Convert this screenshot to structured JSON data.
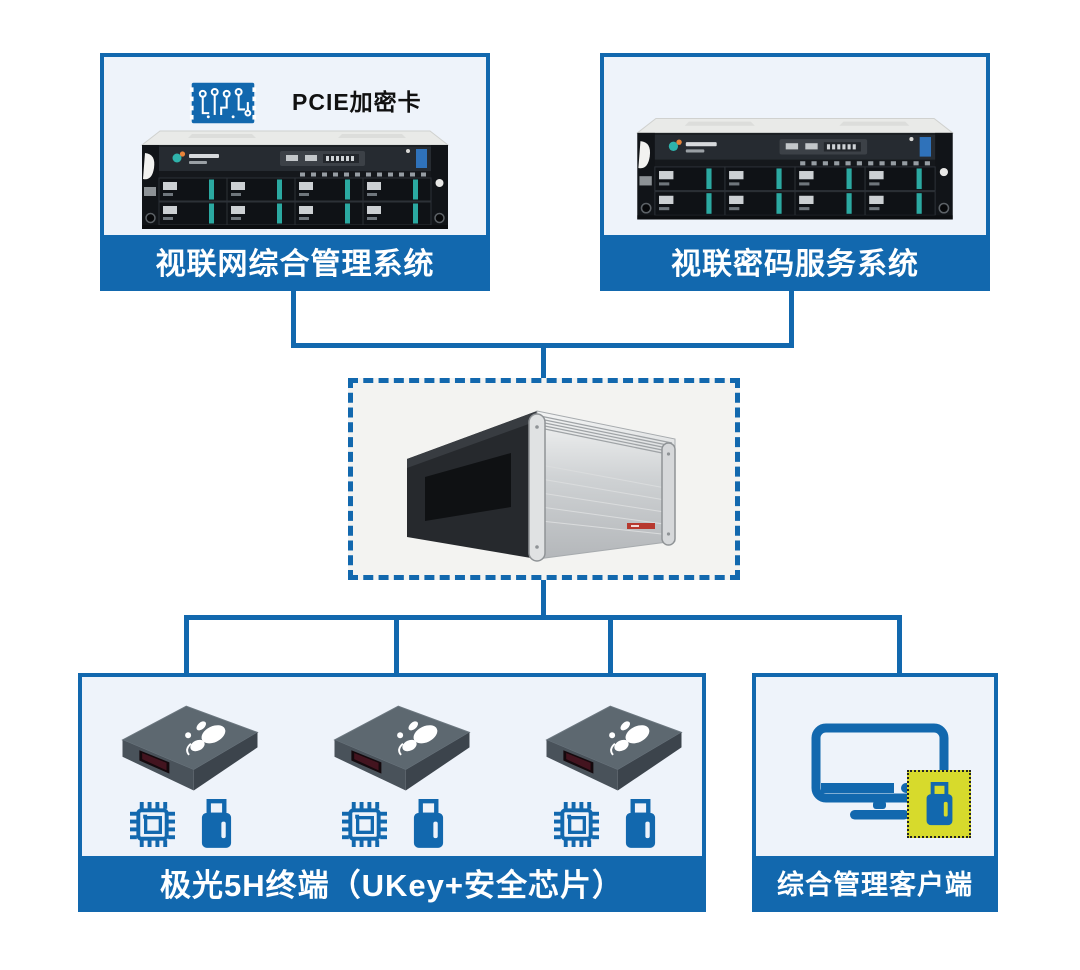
{
  "diagram": {
    "name": "video-network-security-architecture"
  },
  "colors": {
    "accent": "#1268ae",
    "panel": "#eef3fa",
    "yellow": "#d7da2c"
  },
  "nodes": {
    "mgmt": {
      "label": "视联网综合管理系统",
      "badge": "PCIE加密卡",
      "figure": "2u-rack-server"
    },
    "crypto": {
      "label": "视联密码服务系统",
      "figure": "2u-rack-server"
    },
    "core": {
      "figure": "4u-industrial-chassis"
    },
    "terminals": {
      "label": "极光5H终端（UKey+安全芯片）",
      "figure": "set-top-terminal x3"
    },
    "client": {
      "label": "综合管理客户端",
      "figure": "desktop-monitor + ukey"
    }
  },
  "icons": {
    "pcie_card": "circuit-board-card",
    "security_chip": "cpu-chip",
    "ukey": "usb-key",
    "monitor": "desktop-monitor"
  }
}
